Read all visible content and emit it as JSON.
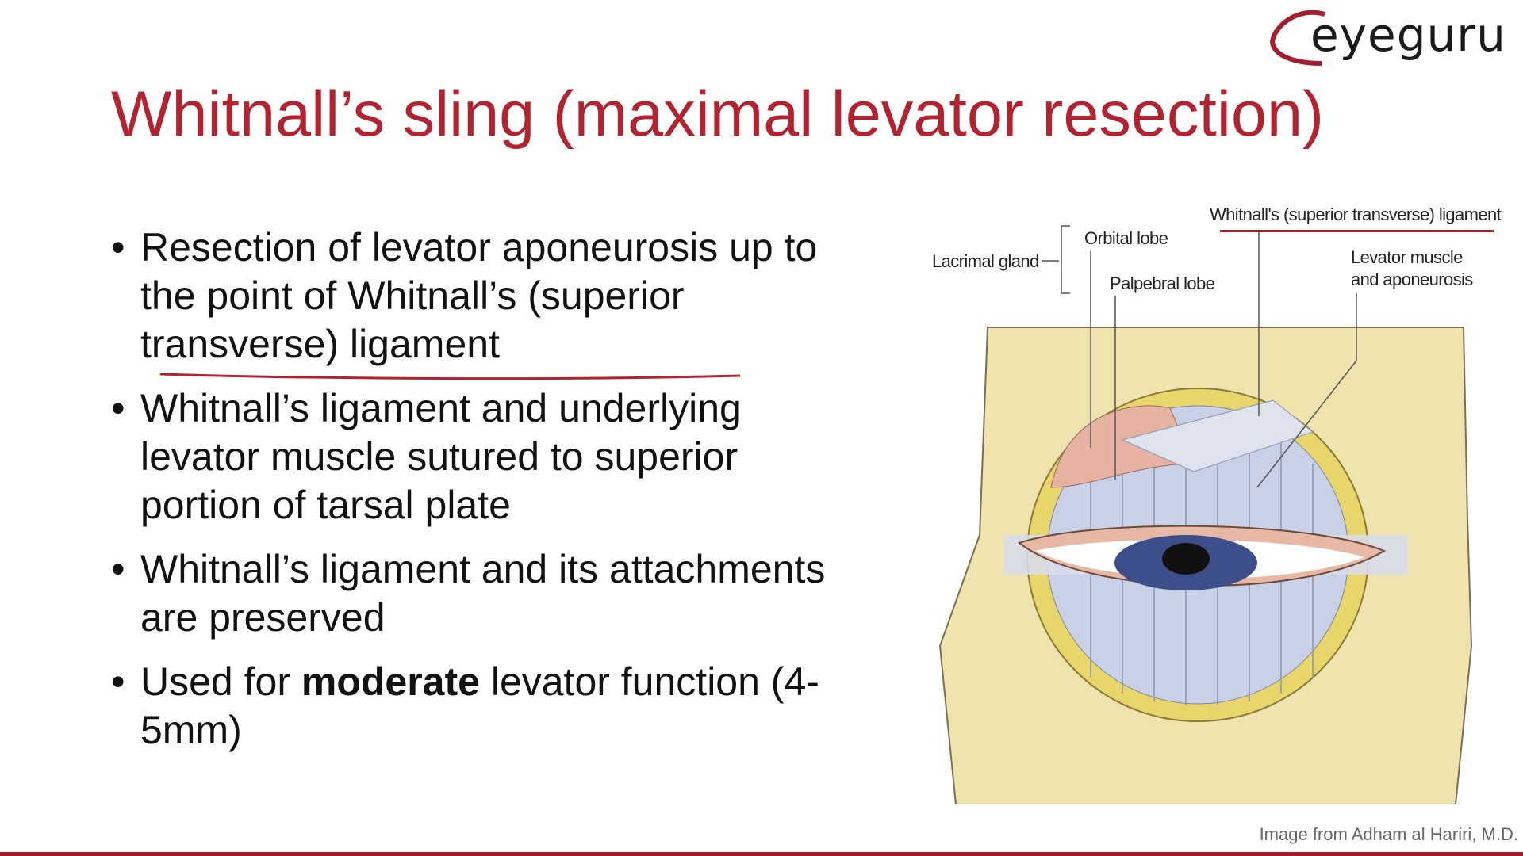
{
  "logo": {
    "text": "eyeguru"
  },
  "title": "Whitnall’s sling (maximal levator resection)",
  "bullets": [
    {
      "parts": [
        "Resection of levator aponeurosis up to the point of Whitnall’s (superior transverse) ligament"
      ]
    },
    {
      "parts": [
        "Whitnall’s ligament and underlying levator muscle sutured to superior portion of tarsal plate"
      ]
    },
    {
      "parts": [
        "Whitnall’s ligament and its attachments are preserved"
      ]
    },
    {
      "pre": "Used for ",
      "bold": "moderate",
      "post": " levator function (4-5mm)"
    }
  ],
  "bullet_symbol": "•",
  "figure": {
    "labels": {
      "lacrimal_gland": "Lacrimal gland",
      "orbital_lobe": "Orbital lobe",
      "palpebral_lobe": "Palpebral lobe",
      "whitnall": "Whitnall's (superior transverse) ligament",
      "levator_1": "Levator muscle",
      "levator_2": "and aponeurosis"
    }
  },
  "credit": "Image from Adham al Hariri, M.D.",
  "colors": {
    "accent": "#b5222f",
    "footer_line": "#a51d2d"
  }
}
